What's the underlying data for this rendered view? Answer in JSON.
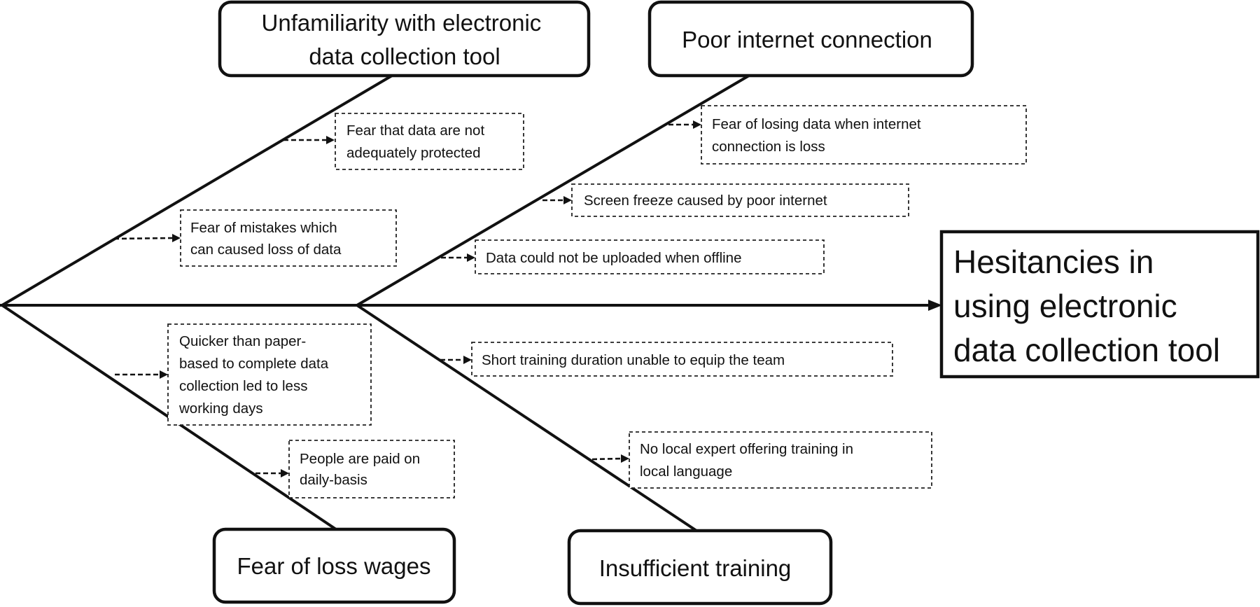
{
  "effect": {
    "lines": [
      "Hesitancies in",
      "using electronic",
      "data collection tool"
    ]
  },
  "categories": [
    {
      "key": "unfamiliarity",
      "lines": [
        "Unfamiliarity with electronic",
        "data collection tool"
      ],
      "causes": [
        {
          "lines": [
            "Fear that data are not",
            "adequately protected"
          ]
        },
        {
          "lines": [
            "Fear of mistakes which",
            "can caused loss of data"
          ]
        }
      ]
    },
    {
      "key": "internet",
      "lines": [
        "Poor internet connection"
      ],
      "causes": [
        {
          "lines": [
            "Fear of losing data when internet",
            "connection is loss"
          ]
        },
        {
          "lines": [
            "Screen freeze caused by poor  internet"
          ]
        },
        {
          "lines": [
            "Data could not be uploaded when offline"
          ]
        }
      ]
    },
    {
      "key": "wages",
      "lines": [
        "Fear of loss wages"
      ],
      "causes": [
        {
          "lines": [
            "Quicker than paper-",
            "based to complete data",
            "collection led to less",
            "working days"
          ]
        },
        {
          "lines": [
            "People are paid on",
            "daily-basis"
          ]
        }
      ]
    },
    {
      "key": "training",
      "lines": [
        "Insufficient training"
      ],
      "causes": [
        {
          "lines": [
            "Short  training duration unable to equip the team"
          ]
        },
        {
          "lines": [
            "No local expert offering training in",
            "local language"
          ]
        }
      ]
    }
  ]
}
